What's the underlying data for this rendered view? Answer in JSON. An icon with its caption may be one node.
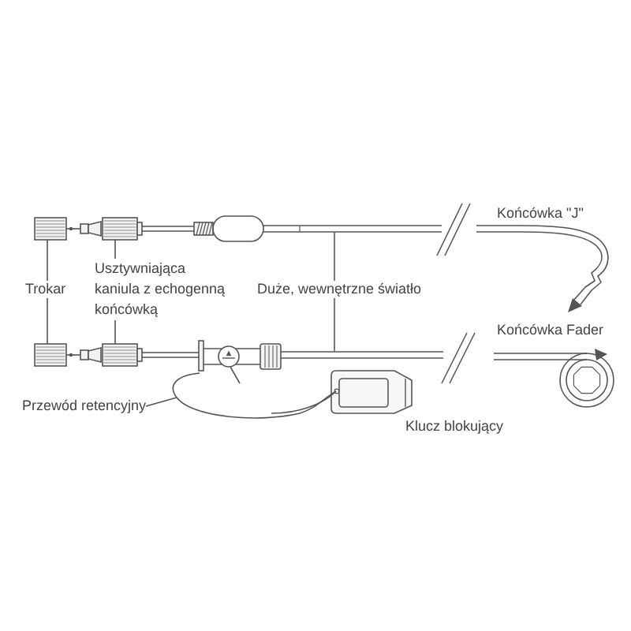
{
  "diagram": {
    "nodes": [
      {
        "text": [
          "Trokar"
        ]
      },
      {
        "text": [],
        "shape": "picture"
      },
      {
        "text": [],
        "shape": "picture"
      },
      {
        "text": [
          "Usztywniająca kaniula z echogenną końcówką"
        ]
      },
      {
        "text": [],
        "shape": "picture"
      },
      {
        "text": [],
        "shape": "picture"
      },
      {
        "text": [
          "Duże, wewnętrzne światło"
        ]
      },
      {
        "text": [],
        "shape": "picture"
      },
      {
        "text": [],
        "shape": "picture"
      },
      {
        "text": [
          "Przewód retencyjny"
        ]
      },
      {
        "text": [],
        "shape": "picture"
      }
    ],
    "edges": [
      {
        "from": 0,
        "to": 1,
        "arrow": "none"
      },
      {
        "from": 0,
        "to": 2,
        "arrow": "none"
      },
      {
        "from": 3,
        "to": 4,
        "arrow": "none"
      },
      {
        "from": 3,
        "to": 5,
        "arrow": "none"
      },
      {
        "from": 6,
        "to": 7,
        "arrow": "none"
      },
      {
        "from": 6,
        "to": 8,
        "arrow": "none"
      },
      {
        "from": 9,
        "to": 10,
        "arrow": "none"
      }
    ],
    "labels": [
      "Końcówka \"J\"",
      "Końcówka Fader",
      "Klucz blokujący"
    ]
  }
}
